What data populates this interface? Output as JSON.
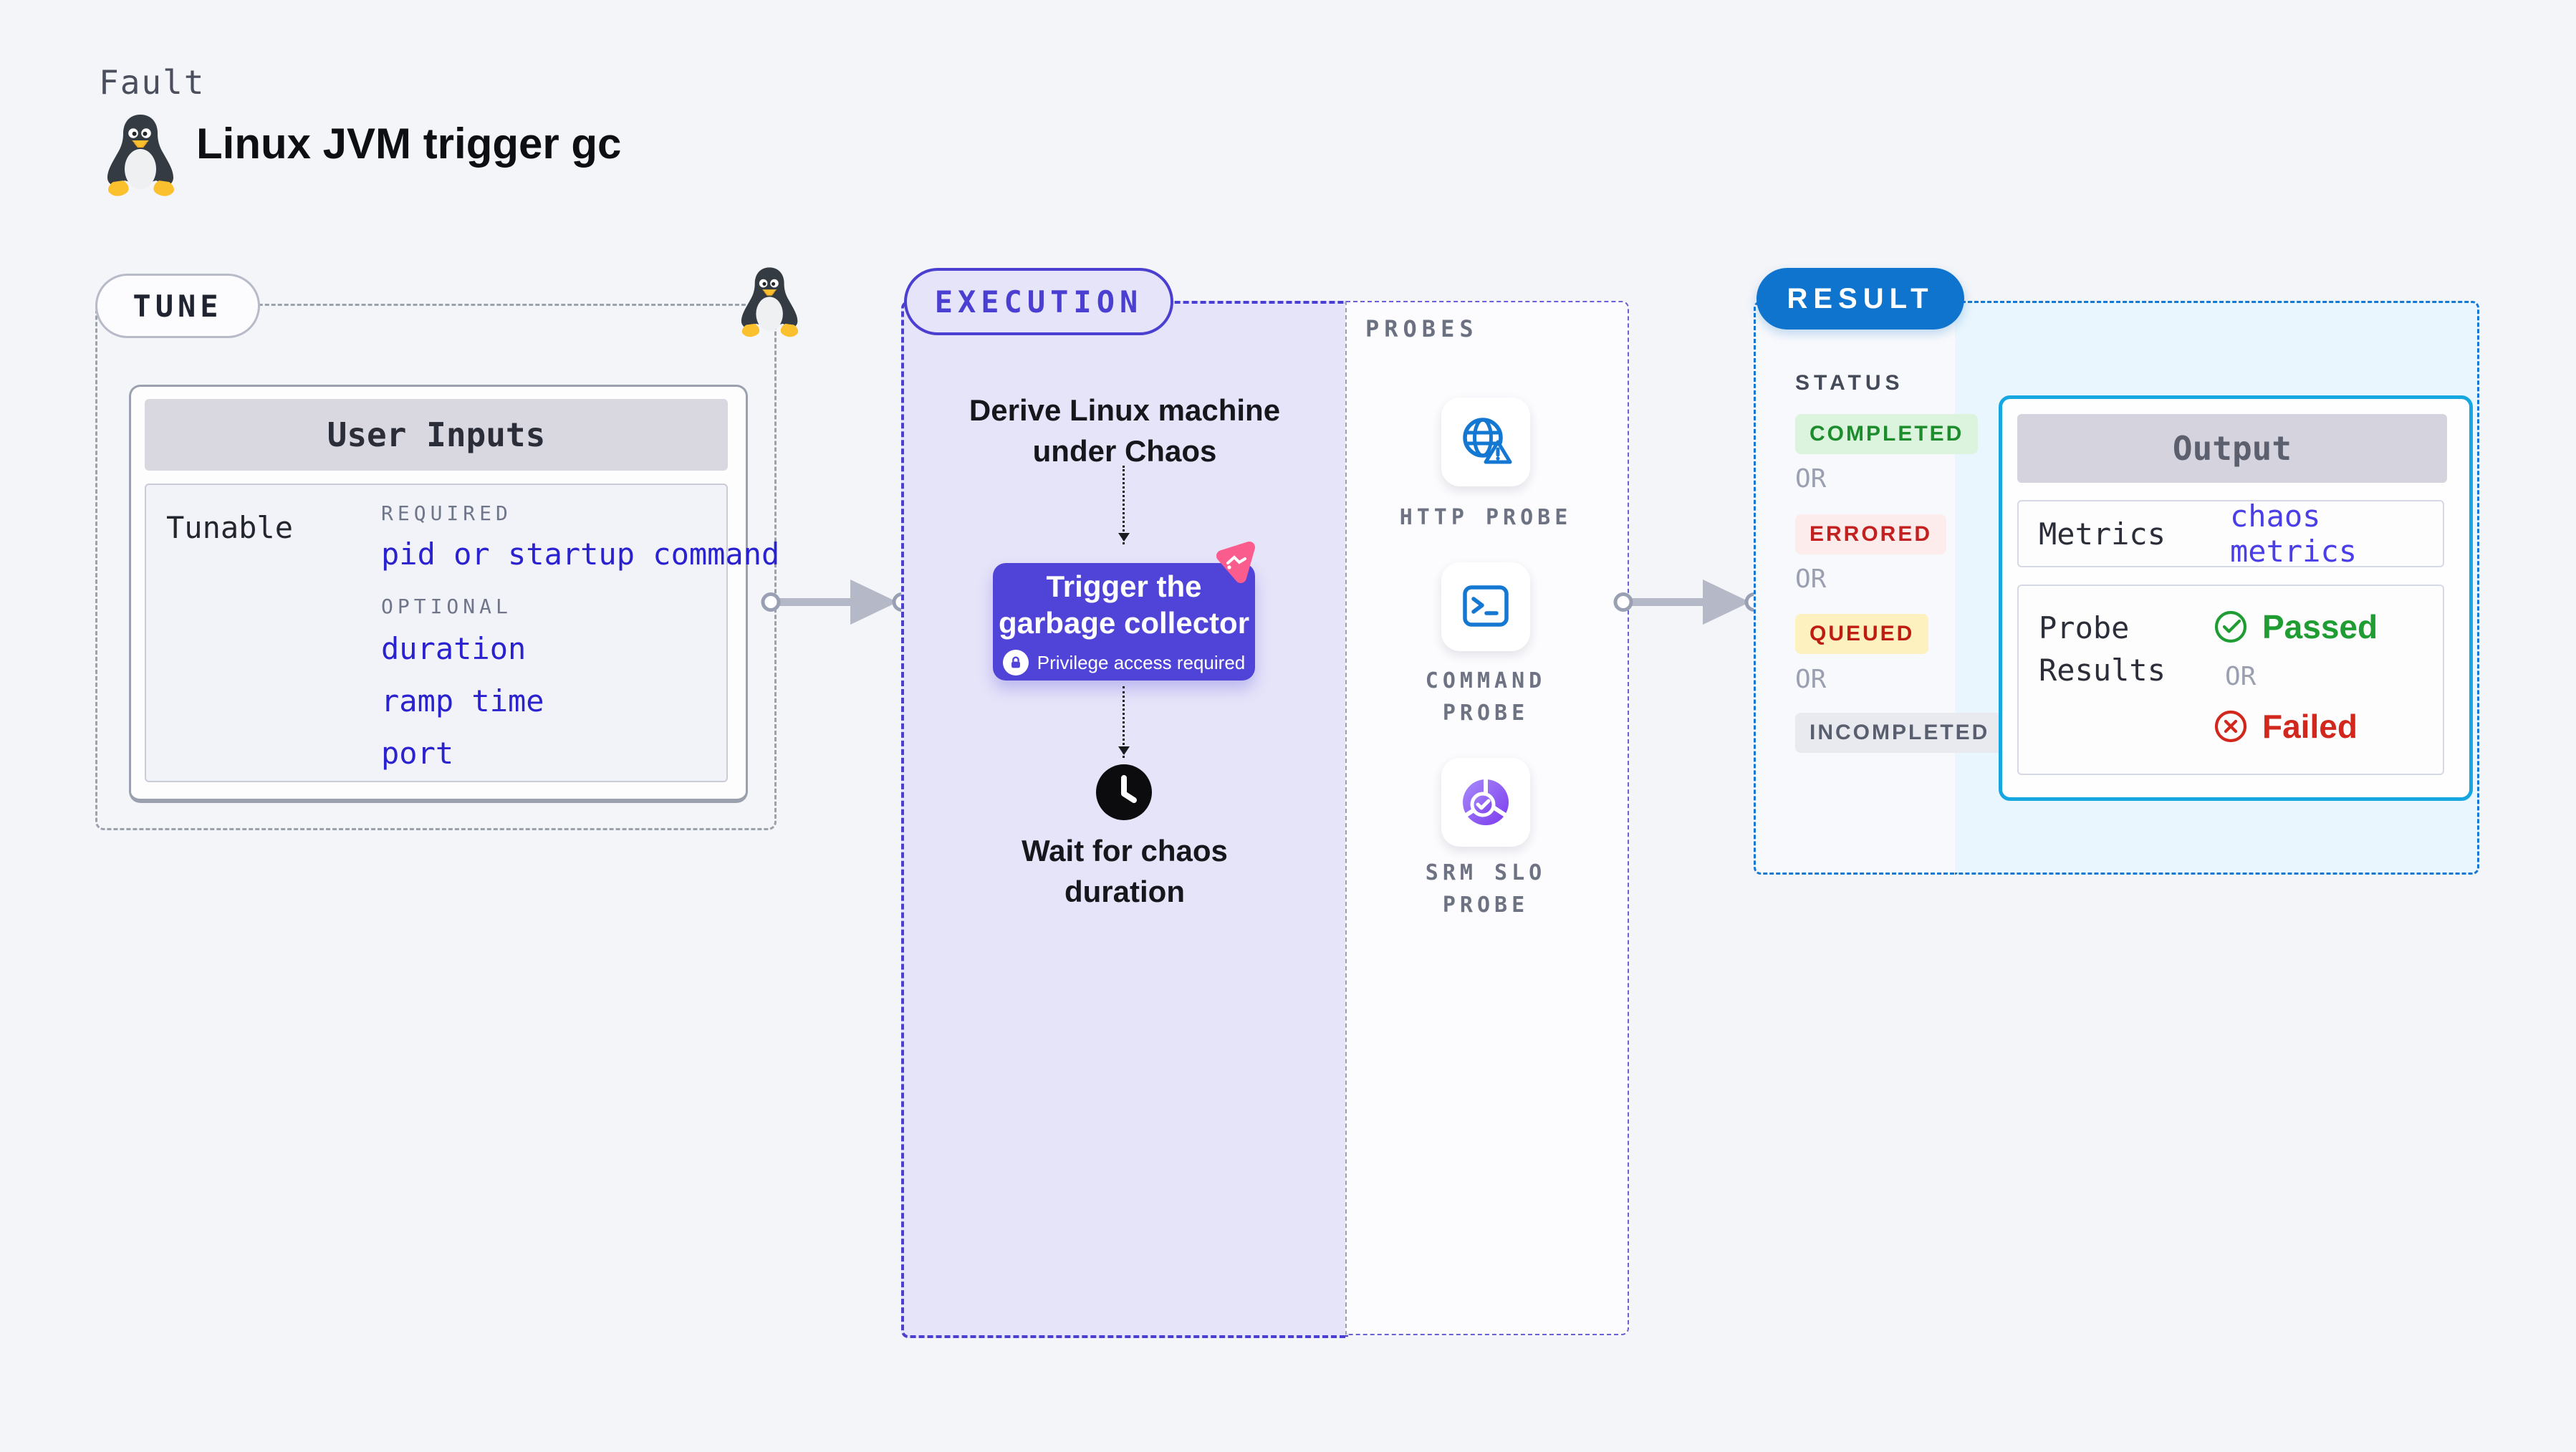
{
  "header": {
    "kicker": "Fault",
    "title": "Linux JVM trigger gc"
  },
  "tune": {
    "pill": "TUNE",
    "card_title": "User Inputs",
    "row_label": "Tunable",
    "required_label": "REQUIRED",
    "required_item": "pid or startup command",
    "optional_label": "OPTIONAL",
    "optional_items": {
      "0": "duration",
      "1": "ramp time",
      "2": "port"
    }
  },
  "execution": {
    "pill": "EXECUTION",
    "step1": "Derive Linux machine\nunder Chaos",
    "trigger_text": "Trigger the\ngarbage collector",
    "privilege_badge": "Privilege access required",
    "wait_text": "Wait for chaos\nduration"
  },
  "probes": {
    "label": "PROBES",
    "http_label": "HTTP PROBE",
    "command_label": "COMMAND\nPROBE",
    "srm_label": "SRM SLO\nPROBE"
  },
  "result": {
    "pill": "RESULT",
    "status_label": "STATUS",
    "or_label": "OR",
    "statuses": {
      "0": {
        "label": "COMPLETED"
      },
      "1": {
        "label": "ERRORED"
      },
      "2": {
        "label": "QUEUED"
      },
      "3": {
        "label": "INCOMPLETED"
      }
    },
    "output": {
      "title": "Output",
      "metrics_label": "Metrics",
      "metrics_value": "chaos metrics",
      "probe_results_label": "Probe\nResults",
      "passed": "Passed",
      "failed": "Failed"
    }
  },
  "colors": {
    "page_bg": "#f4f5f9",
    "indigo_accent": "#4a3fd0",
    "trigger_bg": "#5044d8",
    "lavender_bg": "#e6e4f9",
    "result_blue": "#0e74cd",
    "result_dash": "#1578d3",
    "cyan_bg": "#e9f6fd",
    "output_border": "#17a7e0",
    "probe_icon_blue": "#1478d2",
    "srm_purple": "#7c3aed",
    "passed_green": "#1f9d33",
    "failed_red": "#d2271c",
    "pink_badge": "#fb5c8e",
    "completed_bg": "#dcf3de",
    "completed_fg": "#1c8c2c",
    "errored_bg": "#fcecec",
    "errored_fg": "#c32120",
    "queued_bg": "#fdf1c0",
    "queued_fg": "#c01d12",
    "incompleted_bg": "#e9eaf0",
    "incompleted_fg": "#5a5f6f"
  }
}
